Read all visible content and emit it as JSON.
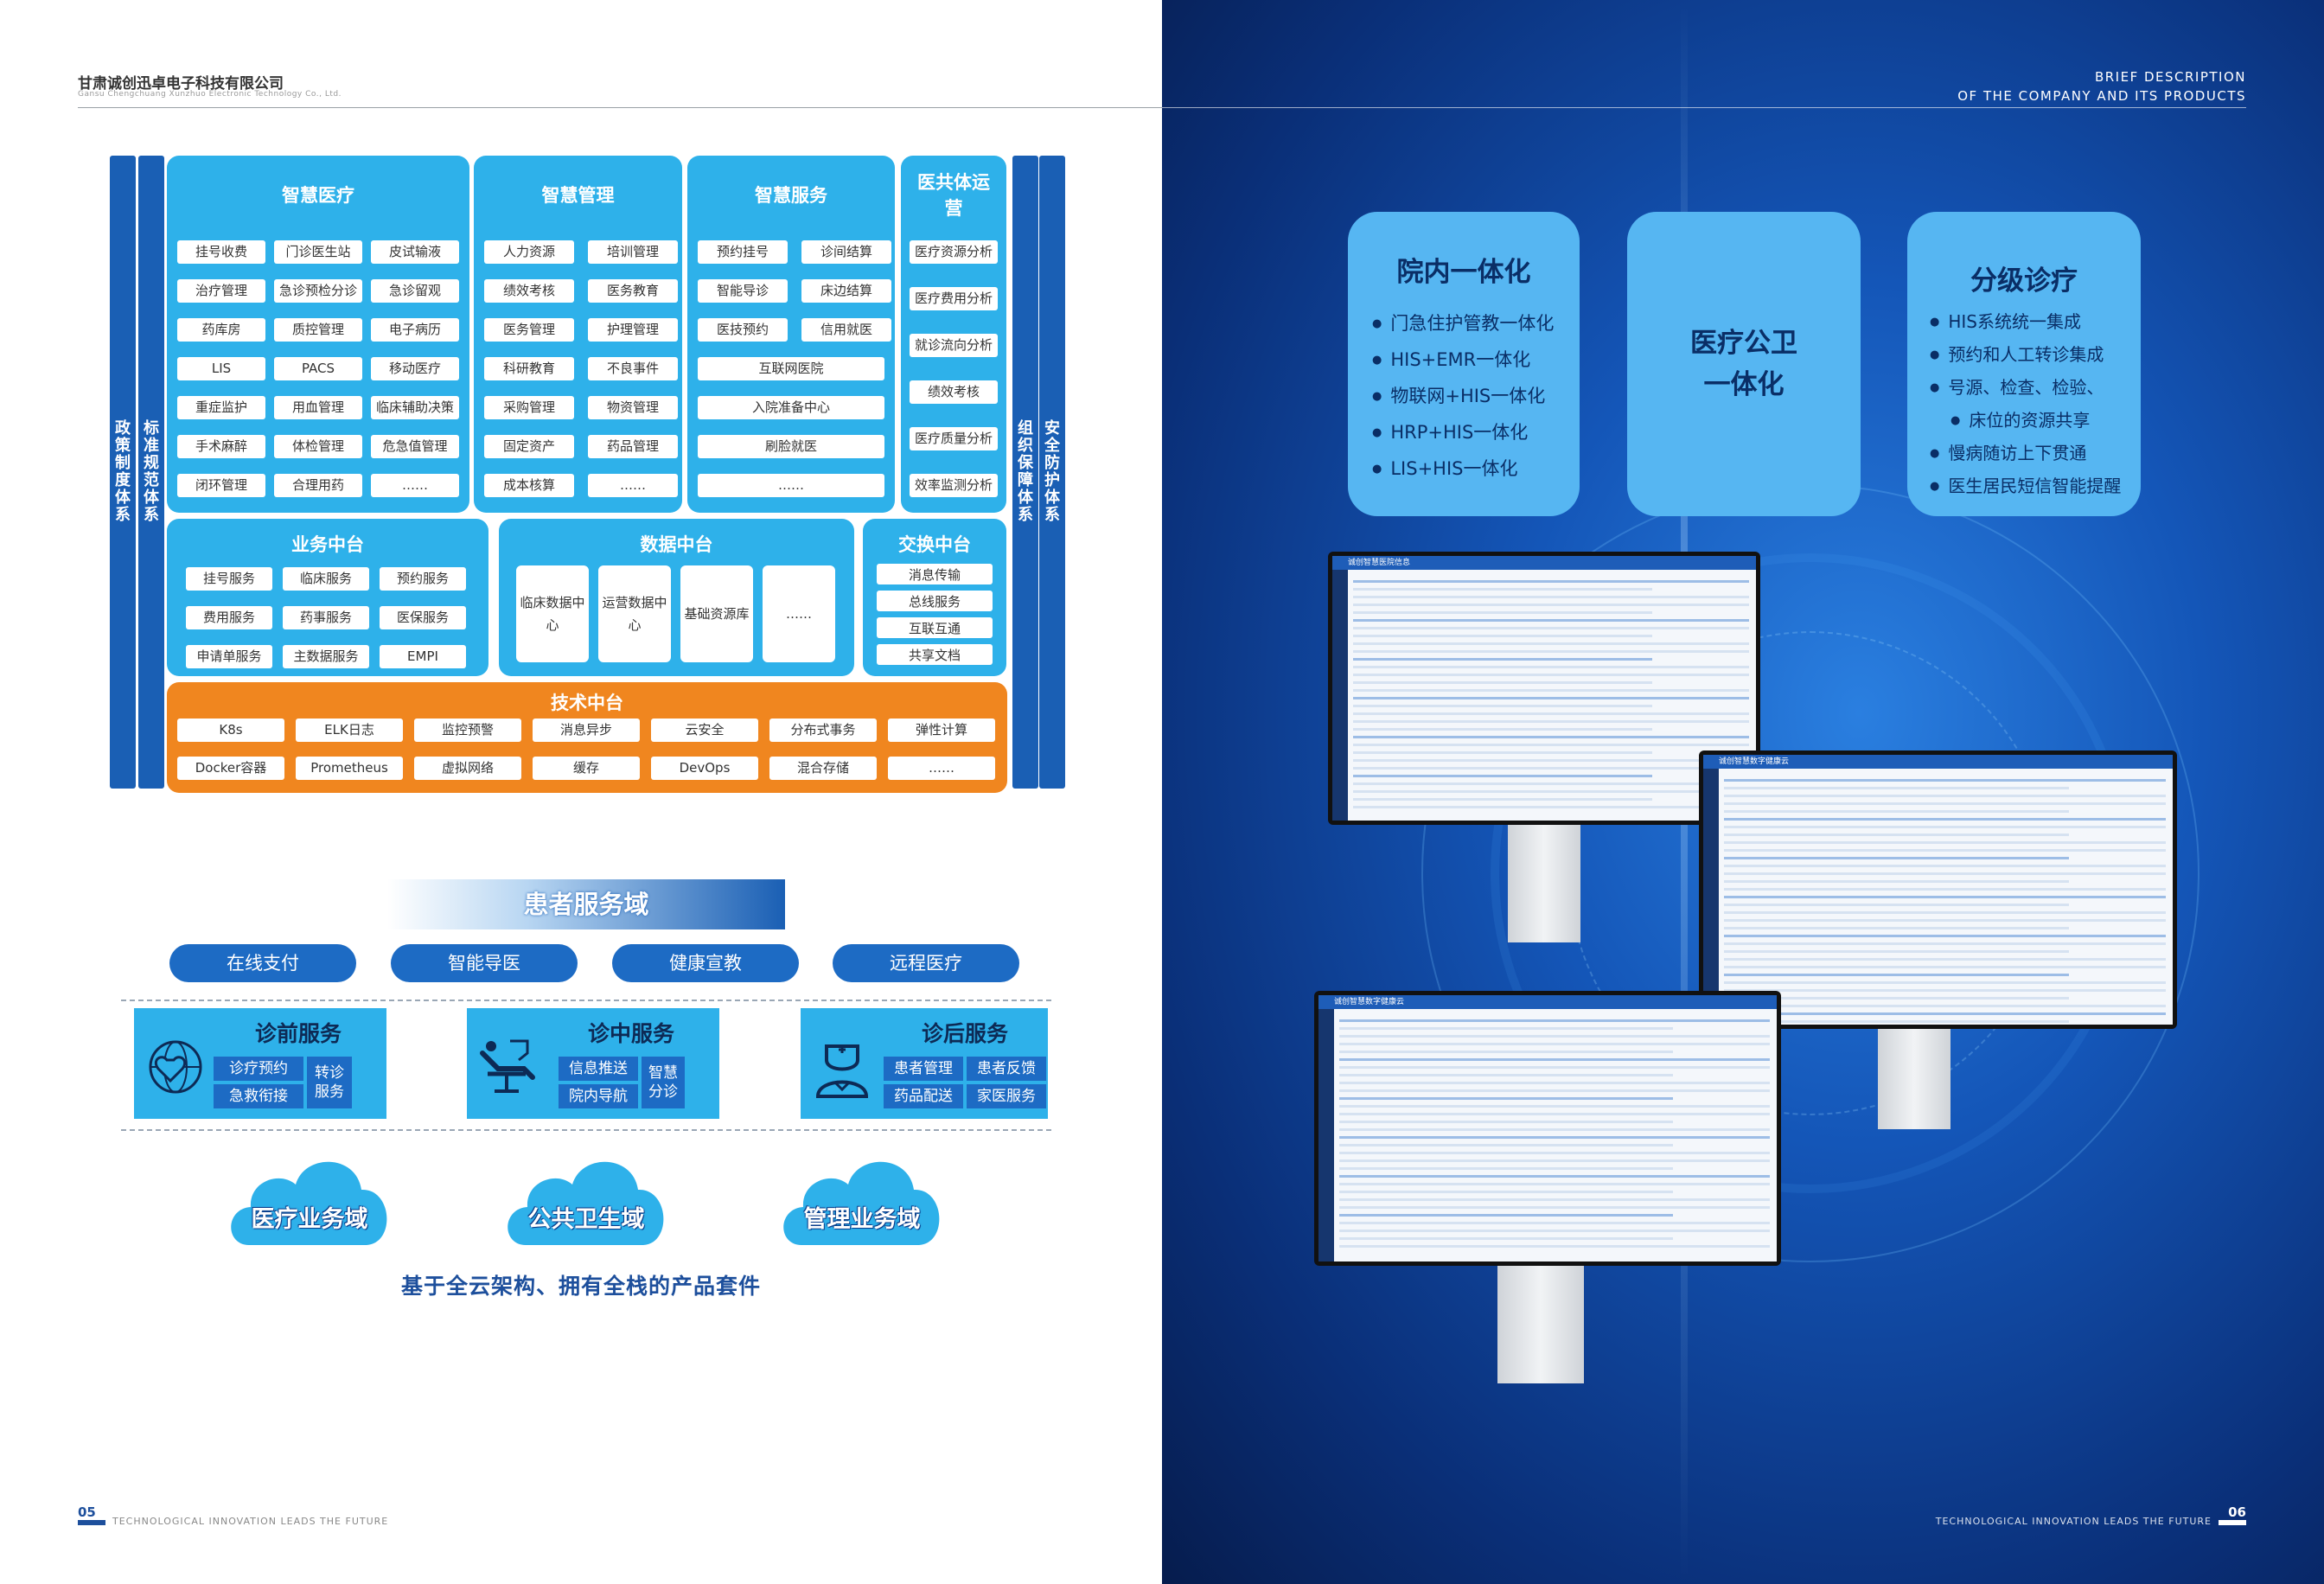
{
  "left": {
    "company_name": "甘肃诚创迅卓电子科技有限公司",
    "company_name_en": "Gansu Chengchuang Xunzhuo Electronic Technology Co., Ltd.",
    "vbars": [
      "政策制度体系",
      "标准规范体系",
      "组织保障体系",
      "安全防护体系"
    ],
    "smart_medical": {
      "title": "智慧医疗",
      "items": [
        "挂号收费",
        "门诊医生站",
        "皮试输液",
        "治疗管理",
        "急诊预检分诊",
        "急诊留观",
        "药库房",
        "质控管理",
        "电子病历",
        "LIS",
        "PACS",
        "移动医疗",
        "重症监护",
        "用血管理",
        "临床辅助决策",
        "手术麻醉",
        "体检管理",
        "危急值管理",
        "闭环管理",
        "合理用药",
        "……"
      ]
    },
    "smart_management": {
      "title": "智慧管理",
      "items": [
        "人力资源",
        "培训管理",
        "绩效考核",
        "医务教育",
        "医务管理",
        "护理管理",
        "科研教育",
        "不良事件",
        "采购管理",
        "物资管理",
        "固定资产",
        "药品管理",
        "成本核算",
        "……"
      ]
    },
    "smart_service": {
      "title": "智慧服务",
      "items": [
        "预约挂号",
        "诊间结算",
        "智能导诊",
        "床边结算",
        "医技预约",
        "信用就医"
      ],
      "wide_items": [
        "互联网医院",
        "入院准备中心",
        "刷脸就医",
        "……"
      ]
    },
    "medical_community": {
      "title": "医共体运营",
      "items": [
        "医疗资源分析",
        "医疗费用分析",
        "就诊流向分析",
        "绩效考核",
        "医疗质量分析",
        "效率监测分析"
      ]
    },
    "business_center": {
      "title": "业务中台",
      "items": [
        "挂号服务",
        "临床服务",
        "预约服务",
        "费用服务",
        "药事服务",
        "医保服务",
        "申请单服务",
        "主数据服务",
        "EMPI"
      ]
    },
    "data_center": {
      "title": "数据中台",
      "items": [
        "临床数据中心",
        "运营数据中心",
        "基础资源库",
        "……"
      ]
    },
    "exchange_center": {
      "title": "交换中台",
      "items": [
        "消息传输",
        "总线服务",
        "互联互通",
        "共享文档"
      ]
    },
    "tech_center": {
      "title": "技术中台",
      "items": [
        "K8s",
        "ELK日志",
        "监控预警",
        "消息异步",
        "云安全",
        "分布式事务",
        "弹性计算",
        "Docker容器",
        "Prometheus",
        "虚拟网络",
        "缓存",
        "DevOps",
        "混合存储",
        "……"
      ]
    },
    "patient_domain": {
      "title": "患者服务域",
      "pills": [
        "在线支付",
        "智能导医",
        "健康宣教",
        "远程医疗"
      ]
    },
    "services": [
      {
        "title": "诊前服务",
        "icon": "heart-globe-icon",
        "chips": [
          "诊疗预约",
          "急救衔接"
        ],
        "side": "转诊服务"
      },
      {
        "title": "诊中服务",
        "icon": "dental-chair-icon",
        "chips": [
          "信息推送",
          "院内导航"
        ],
        "side": "智慧分诊"
      },
      {
        "title": "诊后服务",
        "icon": "nurse-icon",
        "chips": [
          "患者管理",
          "药品配送",
          "患者反馈",
          "家医服务"
        ]
      }
    ],
    "clouds": [
      "医疗业务域",
      "公共卫生域",
      "管理业务域"
    ],
    "tagline": "基于全云架构、拥有全栈的产品套件",
    "page_num": "05",
    "footer_text": "TECHNOLOGICAL INNOVATION LEADS THE FUTURE"
  },
  "right": {
    "title_line1": "BRIEF DESCRIPTION",
    "title_line2": "OF THE COMPANY AND ITS PRODUCTS",
    "card1": {
      "title": "院内一体化",
      "items": [
        "门急住护管教一体化",
        "HIS+EMR一体化",
        "物联网+HIS一体化",
        "HRP+HIS一体化",
        "LIS+HIS一体化"
      ]
    },
    "card2": {
      "line1": "医疗公卫",
      "line2": "一体化"
    },
    "card3": {
      "title": "分级诊疗",
      "items": [
        "HIS系统统一集成",
        "预约和人工转诊集成",
        "号源、检查、检验、",
        "床位的资源共享",
        "慢病随访上下贯通",
        "医生居民短信智能提醒"
      ]
    },
    "monitors": {
      "m1_title": "诚创智慧医院信息",
      "m2_title": "诚创智慧数字健康云",
      "m3_title": "诚创智慧数字健康云"
    },
    "page_num": "06",
    "footer_text": "TECHNOLOGICAL INNOVATION LEADS THE FUTURE"
  },
  "colors": {
    "light_blue": "#2eb1ea",
    "dark_blue": "#1a5fb4",
    "orange": "#f0861f",
    "card_blue": "#56b6f2"
  }
}
